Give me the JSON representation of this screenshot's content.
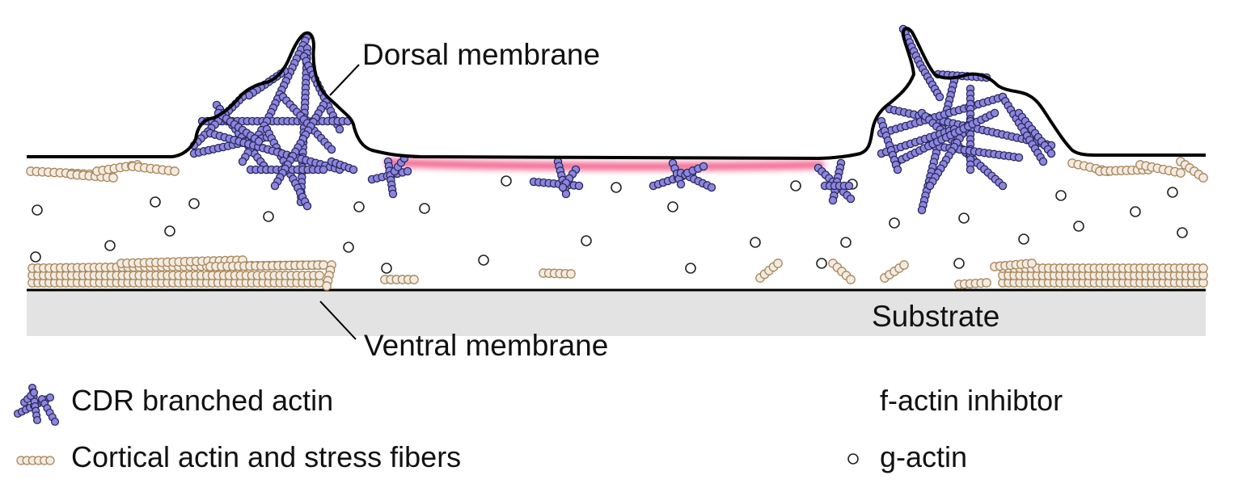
{
  "labels": {
    "dorsal_membrane": "Dorsal membrane",
    "ventral_membrane": "Ventral membrane",
    "substrate": "Substrate"
  },
  "legend": {
    "cdr_branched_actin": "CDR branched actin",
    "cortical_actin": "Cortical actin and stress fibers",
    "f_actin_inhibitor": "f-actin inhibtor",
    "g_actin": "g-actin"
  },
  "colors": {
    "branched_actin_fill": "#8c86e0",
    "branched_actin_stroke": "#2a2a5a",
    "cortical_actin_fill": "#f3ebe0",
    "cortical_actin_stroke": "#a8865c",
    "inhibitor": "#f0356e",
    "substrate": "#e3e3e3",
    "membrane": "#000000"
  }
}
